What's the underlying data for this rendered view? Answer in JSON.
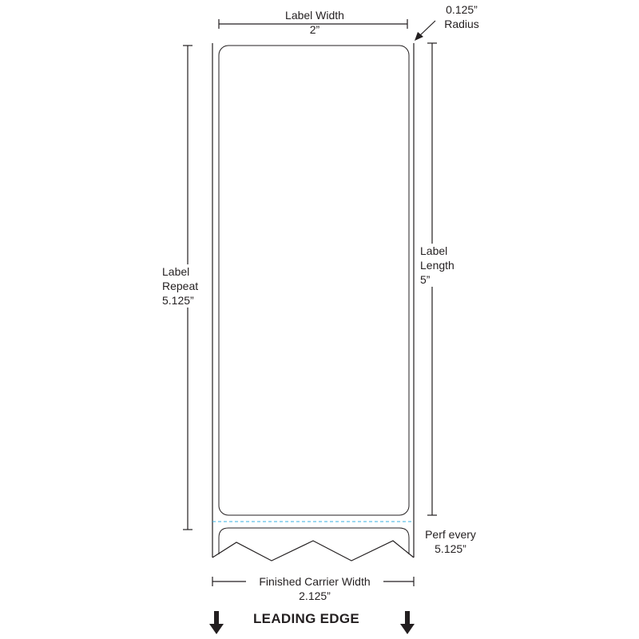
{
  "label_width": {
    "label": "Label Width",
    "value": "2”"
  },
  "radius": {
    "value": "0.125”",
    "label": "Radius"
  },
  "label_repeat": {
    "label": "Label",
    "label2": "Repeat",
    "value": "5.125”"
  },
  "label_length": {
    "label": "Label",
    "label2": "Length",
    "value": "5”"
  },
  "perf": {
    "label": "Perf every",
    "value": "5.125”"
  },
  "carrier_width": {
    "label": "Finished Carrier Width",
    "value": "2.125”"
  },
  "leading_edge": {
    "label": "LEADING EDGE"
  },
  "colors": {
    "line": "#231f20",
    "perforation": "#3ab0e0"
  }
}
